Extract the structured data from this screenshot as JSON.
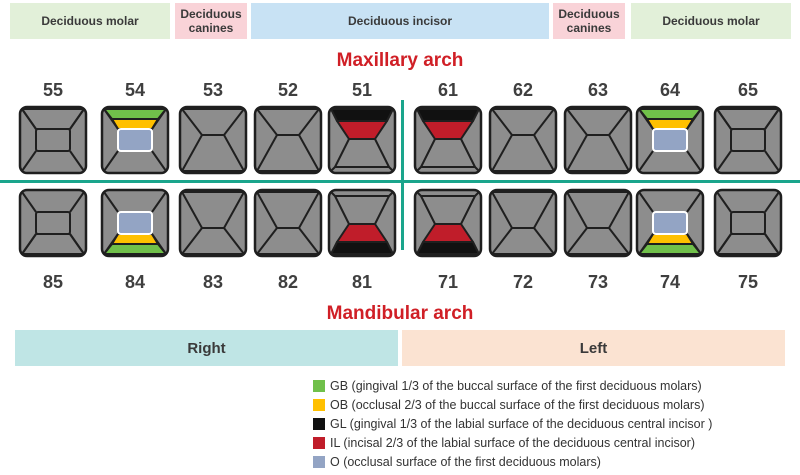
{
  "categories": [
    {
      "label": "Deciduous molar",
      "bg": "#e2f0d9"
    },
    {
      "label": "Deciduous\ncanines",
      "bg": "#f9d3d8"
    },
    {
      "label": "Deciduous incisor",
      "bg": "#c8e2f4"
    },
    {
      "label": "Deciduous\ncanines",
      "bg": "#f9d3d8"
    },
    {
      "label": "Deciduous molar",
      "bg": "#e2f0d9"
    }
  ],
  "maxillary_title": "Maxillary arch",
  "mandibular_title": "Mandibular arch",
  "upper_numbers": [
    "55",
    "54",
    "53",
    "52",
    "51",
    "61",
    "62",
    "63",
    "64",
    "65"
  ],
  "lower_numbers": [
    "85",
    "84",
    "83",
    "82",
    "81",
    "71",
    "72",
    "73",
    "74",
    "75"
  ],
  "upper_teeth": [
    {
      "type": "molar",
      "marks": []
    },
    {
      "type": "molar",
      "marks": [
        "GB",
        "OB",
        "O"
      ]
    },
    {
      "type": "narrow",
      "marks": []
    },
    {
      "type": "narrow",
      "marks": []
    },
    {
      "type": "incisor",
      "marks": [
        "GL",
        "IL"
      ]
    },
    {
      "type": "incisor",
      "marks": [
        "GL",
        "IL"
      ]
    },
    {
      "type": "narrow",
      "marks": []
    },
    {
      "type": "narrow",
      "marks": []
    },
    {
      "type": "molar",
      "marks": [
        "GB",
        "OB",
        "O"
      ]
    },
    {
      "type": "molar",
      "marks": []
    }
  ],
  "lower_teeth": [
    {
      "type": "molar",
      "marks": []
    },
    {
      "type": "molar",
      "marks": [
        "GB",
        "OB",
        "O"
      ]
    },
    {
      "type": "narrow",
      "marks": []
    },
    {
      "type": "narrow",
      "marks": []
    },
    {
      "type": "incisor",
      "marks": [
        "GL",
        "IL"
      ]
    },
    {
      "type": "incisor",
      "marks": [
        "GL",
        "IL"
      ]
    },
    {
      "type": "narrow",
      "marks": []
    },
    {
      "type": "narrow",
      "marks": []
    },
    {
      "type": "molar",
      "marks": [
        "GB",
        "OB",
        "O"
      ]
    },
    {
      "type": "molar",
      "marks": []
    }
  ],
  "sides": {
    "right": {
      "label": "Right",
      "bg": "#bfe5e5"
    },
    "left": {
      "label": "Left",
      "bg": "#fbe3d2"
    }
  },
  "colors": {
    "tooth_fill": "#8d8d8d",
    "tooth_line": "#1f1f1f",
    "GB": "#70c04a",
    "OB": "#ffc000",
    "GL": "#111111",
    "IL": "#c01d2a",
    "O": "#93a4c4",
    "axis": "#1aa58c"
  },
  "legend": [
    {
      "code": "GB",
      "text": "GB (gingival 1/3 of the buccal surface of the first deciduous molars)"
    },
    {
      "code": "OB",
      "text": "OB (occlusal 2/3 of the buccal surface of the first deciduous molars)"
    },
    {
      "code": "GL",
      "text": "GL (gingival 1/3 of the labial surface of the deciduous central incisor )"
    },
    {
      "code": "IL",
      "text": "IL (incisal 2/3 of the labial surface of the deciduous central incisor)"
    },
    {
      "code": "O",
      "text": "O (occlusal surface of the first deciduous molars)"
    }
  ]
}
